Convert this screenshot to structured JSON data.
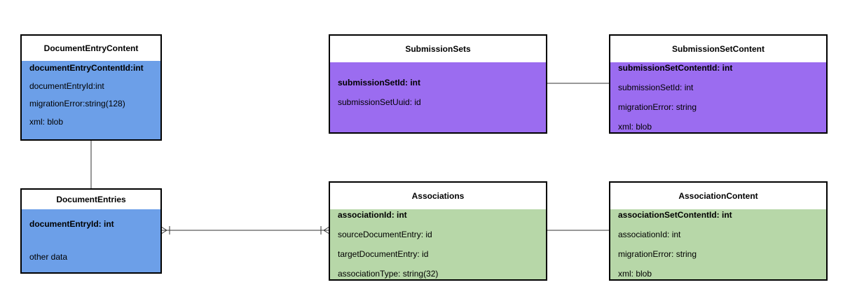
{
  "colors": {
    "blue": "#6c9fe8",
    "purple": "#9b6cf0",
    "green": "#b7d7a8",
    "border": "#000000",
    "line": "#333333"
  },
  "entities": {
    "documentEntryContent": {
      "title": "DocumentEntryContent",
      "fields": [
        "documentEntryContentId:int",
        "documentEntryId:int",
        "migrationError:string(128)",
        "xml: blob"
      ]
    },
    "documentEntries": {
      "title": "DocumentEntries",
      "fields": [
        "documentEntryId: int",
        "other data"
      ]
    },
    "submissionSets": {
      "title": "SubmissionSets",
      "fields": [
        "submissionSetId: int",
        "submissionSetUuid: id"
      ]
    },
    "submissionSetContent": {
      "title": "SubmissionSetContent",
      "fields": [
        "submissionSetContentId: int",
        "submissionSetId: int",
        "migrationError: string",
        "xml: blob"
      ]
    },
    "associations": {
      "title": "Associations",
      "fields": [
        "associationId: int",
        "sourceDocumentEntry: id",
        "targetDocumentEntry: id",
        "associationType: string(32)"
      ]
    },
    "associationContent": {
      "title": "AssociationContent",
      "fields": [
        "associationSetContentId: int",
        "associationId: int",
        "migrationError: string",
        "xml: blob"
      ]
    }
  }
}
